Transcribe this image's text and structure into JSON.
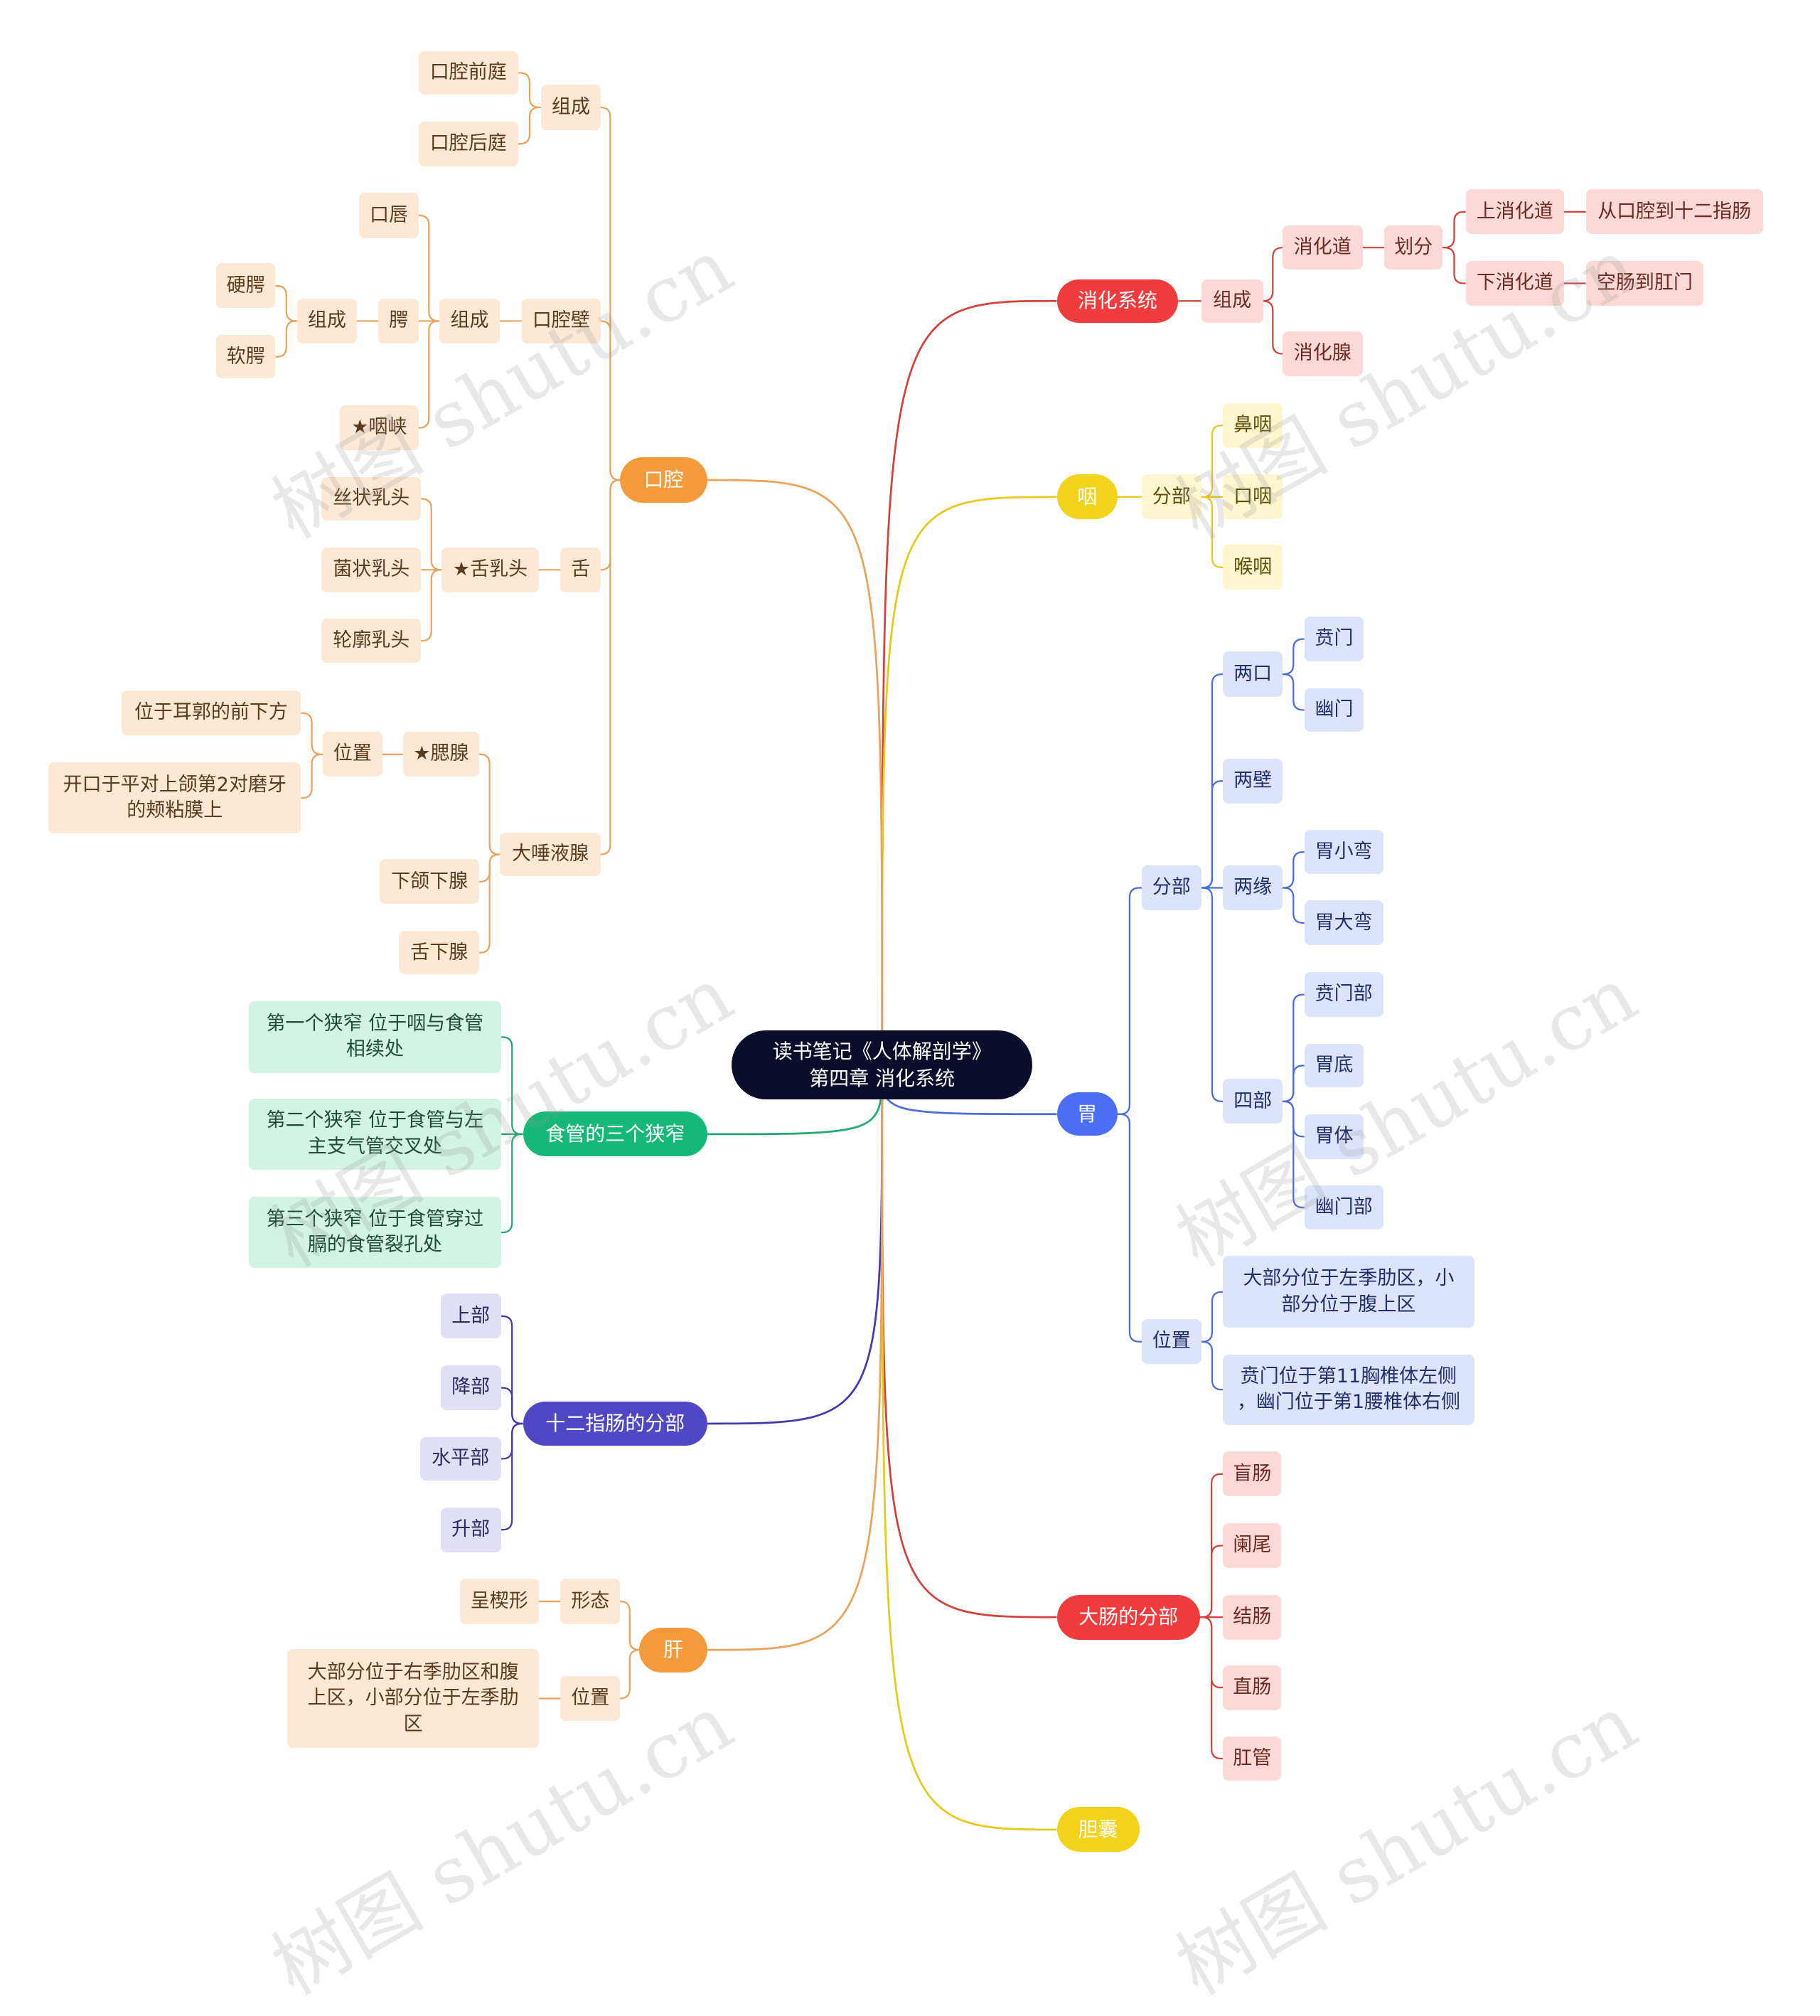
{
  "colors": {
    "orange": {
      "main": "#f39a3c",
      "fill": "#fde8d6",
      "line": "#e8a25a",
      "text": "#5a3b1d"
    },
    "red": {
      "main": "#f03c3c",
      "fill": "#fcd9d6",
      "line": "#d2413a",
      "text": "#6b2a22"
    },
    "yellow": {
      "main": "#f2d21b",
      "fill": "#fdf6cf",
      "line": "#e8c81a",
      "text": "#5f4f0c"
    },
    "blue": {
      "main": "#4b6ef5",
      "fill": "#dde3fb",
      "line": "#4a6bd9",
      "text": "#22306a"
    },
    "green": {
      "main": "#16b87a",
      "fill": "#d3f3e4",
      "line": "#22a874",
      "text": "#1e4d39"
    },
    "purple": {
      "main": "#5147c4",
      "fill": "#e1dff6",
      "line": "#433aa8",
      "text": "#2e2a63"
    },
    "root_bg": "#0b0d2a"
  },
  "root": {
    "label": "读书笔记《人体解剖学》\n第四章 消化系统"
  },
  "branches": [
    {
      "label": "消化系统",
      "color": "red",
      "children": [
        {
          "label": "组成",
          "children": [
            {
              "label": "消化道",
              "children": [
                {
                  "label": "划分",
                  "children": [
                    {
                      "label": "上消化道",
                      "children": [
                        {
                          "label": "从口腔到十二指肠"
                        }
                      ]
                    },
                    {
                      "label": "下消化道",
                      "children": [
                        {
                          "label": "空肠到肛门"
                        }
                      ]
                    }
                  ]
                }
              ]
            },
            {
              "label": "消化腺"
            }
          ]
        }
      ]
    },
    {
      "label": "咽",
      "color": "yellow",
      "children": [
        {
          "label": "分部",
          "children": [
            {
              "label": "鼻咽"
            },
            {
              "label": "口咽"
            },
            {
              "label": "喉咽"
            }
          ]
        }
      ]
    },
    {
      "label": "胃",
      "color": "blue",
      "children": [
        {
          "label": "分部",
          "children": [
            {
              "label": "两口",
              "children": [
                {
                  "label": "贲门"
                },
                {
                  "label": "幽门"
                }
              ]
            },
            {
              "label": "两壁"
            },
            {
              "label": "两缘",
              "children": [
                {
                  "label": "胃小弯"
                },
                {
                  "label": "胃大弯"
                }
              ]
            },
            {
              "label": "四部",
              "children": [
                {
                  "label": "贲门部"
                },
                {
                  "label": "胃底"
                },
                {
                  "label": "胃体"
                },
                {
                  "label": "幽门部"
                }
              ]
            }
          ]
        },
        {
          "label": "位置",
          "children": [
            {
              "label": "大部分位于左季肋区，小\n部分位于腹上区"
            },
            {
              "label": "贲门位于第11胸椎体左侧\n，幽门位于第1腰椎体右侧"
            }
          ]
        }
      ]
    },
    {
      "label": "大肠的分部",
      "color": "red",
      "children": [
        {
          "label": "盲肠"
        },
        {
          "label": "阑尾"
        },
        {
          "label": "结肠"
        },
        {
          "label": "直肠"
        },
        {
          "label": "肛管"
        }
      ]
    },
    {
      "label": "胆囊",
      "color": "yellow"
    },
    {
      "label": "口腔",
      "color": "orange",
      "children": [
        {
          "label": "组成",
          "children": [
            {
              "label": "口腔前庭"
            },
            {
              "label": "口腔后庭"
            }
          ]
        },
        {
          "label": "口腔壁",
          "children": [
            {
              "label": "组成",
              "children": [
                {
                  "label": "口唇"
                },
                {
                  "label": "腭",
                  "children": [
                    {
                      "label": "组成",
                      "children": [
                        {
                          "label": "硬腭"
                        },
                        {
                          "label": "软腭"
                        }
                      ]
                    }
                  ]
                },
                {
                  "label": "★咽峡"
                }
              ]
            }
          ]
        },
        {
          "label": "舌",
          "children": [
            {
              "label": "★舌乳头",
              "children": [
                {
                  "label": "丝状乳头"
                },
                {
                  "label": "菌状乳头"
                },
                {
                  "label": "轮廓乳头"
                }
              ]
            }
          ]
        },
        {
          "label": "大唾液腺",
          "children": [
            {
              "label": "★腮腺",
              "children": [
                {
                  "label": "位置",
                  "children": [
                    {
                      "label": "位于耳郭的前下方"
                    },
                    {
                      "label": "开口于平对上颌第2对磨牙\n的颊粘膜上"
                    }
                  ]
                }
              ]
            },
            {
              "label": "下颌下腺"
            },
            {
              "label": "舌下腺"
            }
          ]
        }
      ]
    },
    {
      "label": "食管的三个狭窄",
      "color": "green",
      "children": [
        {
          "label": "第一个狭窄  位于咽与食管\n相续处"
        },
        {
          "label": "第二个狭窄  位于食管与左\n主支气管交叉处"
        },
        {
          "label": "第三个狭窄  位于食管穿过\n膈的食管裂孔处"
        }
      ]
    },
    {
      "label": "十二指肠的分部",
      "color": "purple",
      "children": [
        {
          "label": "上部"
        },
        {
          "label": "降部"
        },
        {
          "label": "水平部"
        },
        {
          "label": "升部"
        }
      ]
    },
    {
      "label": "肝",
      "color": "orange",
      "children": [
        {
          "label": "形态",
          "children": [
            {
              "label": "呈楔形"
            }
          ]
        },
        {
          "label": "位置",
          "children": [
            {
              "label": "大部分位于右季肋区和腹\n上区，小部分位于左季肋\n区"
            }
          ]
        }
      ]
    }
  ],
  "watermark": "树图 shutu.cn"
}
